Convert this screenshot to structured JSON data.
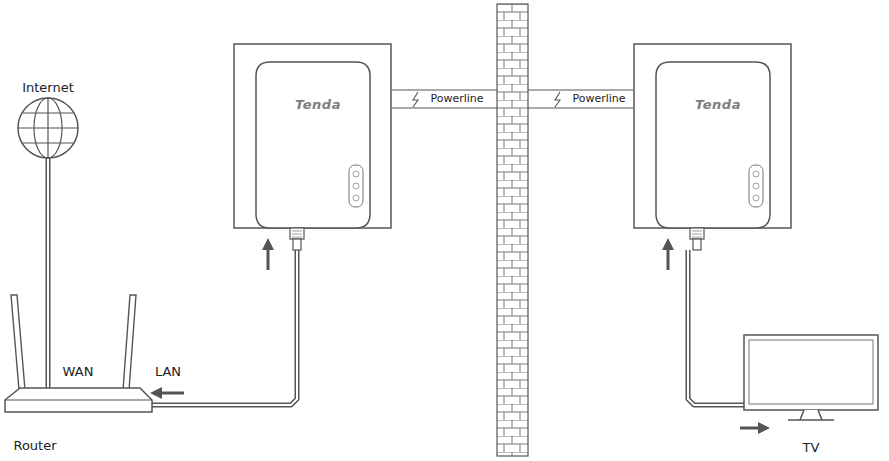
{
  "diagram": {
    "nodes": [
      {
        "text": [
          "Internet"
        ]
      },
      {
        "text": [
          "Tenda"
        ]
      },
      {
        "text": [
          "Tenda"
        ]
      },
      {
        "text": [
          "Router"
        ]
      },
      {
        "text": [
          "TV"
        ]
      }
    ],
    "edges": [
      {
        "from": 0,
        "to": 3,
        "arrow": "none"
      },
      {
        "from": 3,
        "to": 1,
        "arrow": "none"
      },
      {
        "from": 1,
        "to": 2,
        "arrow": "none"
      },
      {
        "from": 2,
        "to": 4,
        "arrow": "none"
      }
    ],
    "labels": [
      "Powerline",
      "Powerline",
      "WAN",
      "LAN"
    ]
  }
}
